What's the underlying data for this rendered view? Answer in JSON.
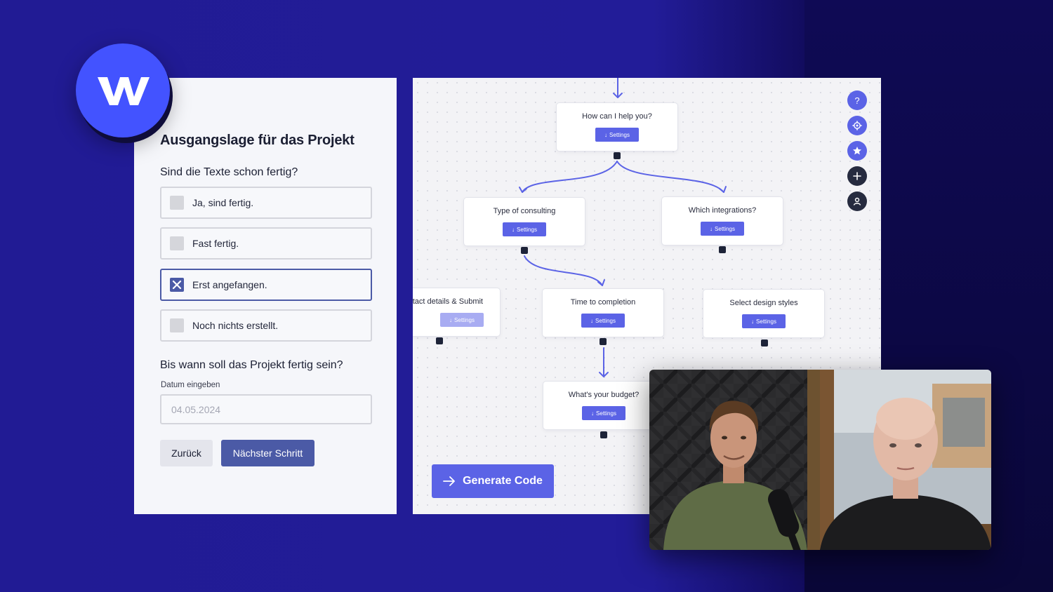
{
  "brand": {
    "logo_icon": "webflow-logo-icon",
    "logo_color": "#4353ff"
  },
  "form": {
    "title": "Ausgangslage für das Projekt",
    "question1": "Sind die Texte schon fertig?",
    "options": [
      {
        "label": "Ja, sind fertig.",
        "checked": false
      },
      {
        "label": "Fast fertig.",
        "checked": false
      },
      {
        "label": "Erst angefangen.",
        "checked": true
      },
      {
        "label": "Noch nichts erstellt.",
        "checked": false
      }
    ],
    "question2": "Bis wann soll das Projekt fertig sein?",
    "date_label": "Datum eingeben",
    "date_placeholder": "04.05.2024",
    "back_label": "Zurück",
    "next_label": "Nächster Schritt",
    "accent_color": "#4b5aa6"
  },
  "flow": {
    "nodes": [
      {
        "title": "How can I help you?",
        "button": "Settings"
      },
      {
        "title": "Type of consulting",
        "button": "Settings"
      },
      {
        "title": "Which integrations?",
        "button": "Settings"
      },
      {
        "title": "tact details & Submit",
        "button": "Settings"
      },
      {
        "title": "Time to completion",
        "button": "Settings"
      },
      {
        "title": "Select design styles",
        "button": "Settings"
      },
      {
        "title": "What's your budget?",
        "button": "Settings"
      }
    ],
    "side_tools": [
      "help-icon",
      "settings-icon",
      "star-icon",
      "plus-icon",
      "user-icon"
    ],
    "generate_label": "Generate Code",
    "accent_color": "#5b63e6"
  },
  "video_call": {
    "participants": [
      "participant-1",
      "participant-2"
    ]
  }
}
